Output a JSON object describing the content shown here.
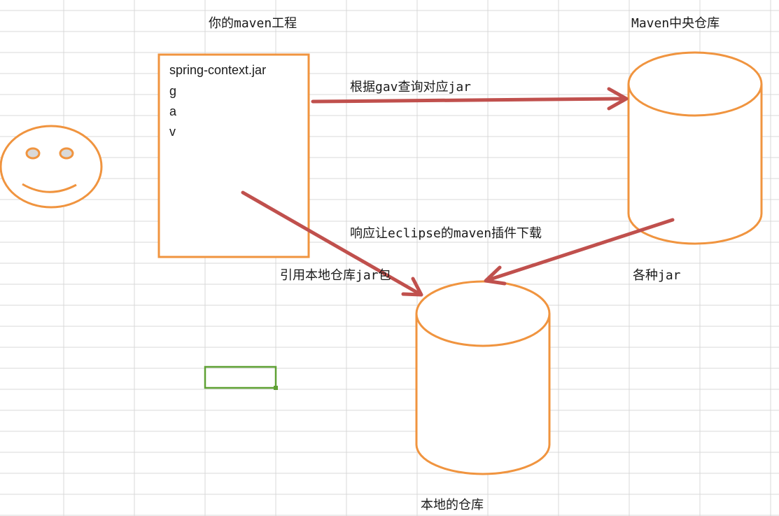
{
  "project_title": "你的maven工程",
  "project_lines": [
    "spring-context.jar",
    "g",
    "a",
    "v"
  ],
  "central_repo_label": "Maven中央仓库",
  "local_repo_label": "本地的仓库",
  "arrow_query_label": "根据gav查询对应jar",
  "arrow_download_label": "响应让eclipse的maven插件下载",
  "arrow_reference_label": "引用本地仓库jar包",
  "jars_label": "各种jar",
  "colors": {
    "shape_stroke": "#f0943f",
    "arrow": "#c0504d",
    "grid": "#d9d9d9",
    "selected_cell": "#5fa134"
  }
}
